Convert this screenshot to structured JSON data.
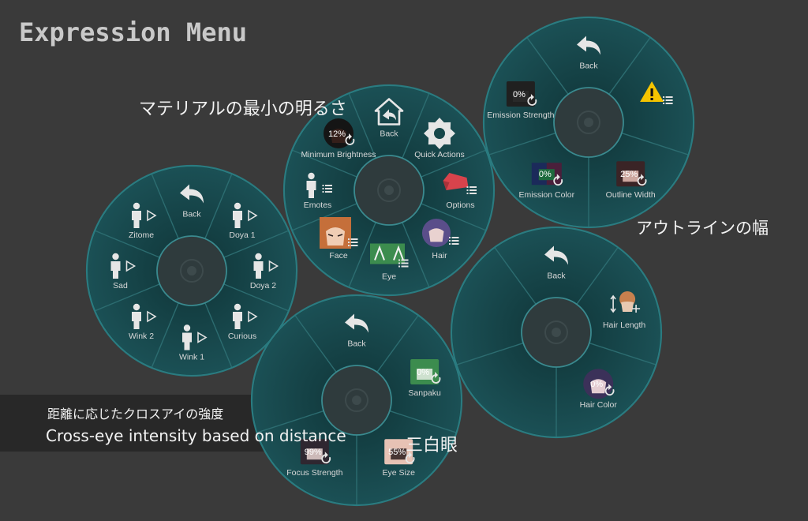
{
  "page_title": "Expression Menu",
  "annotations": {
    "min_brightness_jp": "マテリアルの最小の明るさ",
    "outline_width_jp": "アウトラインの幅",
    "cross_eye_jp": "距離に応じたクロスアイの強度",
    "cross_eye_en": "Cross-eye intensity based on distance",
    "sanpaku_jp": "三白眼"
  },
  "colors": {
    "ring_fill": "#16474a",
    "ring_border": "#2a7b80",
    "hub_fill": "#2f3b3d",
    "icon_white": "#e6e6e6",
    "warning": "#f5c400",
    "toolbox": "#d8434c"
  },
  "menus": {
    "emotes": {
      "items": [
        {
          "label": "Back",
          "icon": "back-arrow-icon"
        },
        {
          "label": "Doya 1",
          "icon": "person-play-icon"
        },
        {
          "label": "Doya 2",
          "icon": "person-play-icon"
        },
        {
          "label": "Curious",
          "icon": "person-play-icon"
        },
        {
          "label": "Wink 1",
          "icon": "person-play-icon"
        },
        {
          "label": "Wink 2",
          "icon": "person-play-icon"
        },
        {
          "label": "Sad",
          "icon": "person-play-icon"
        },
        {
          "label": "Zitome",
          "icon": "person-play-icon"
        }
      ]
    },
    "main": {
      "items": [
        {
          "label": "Back",
          "icon": "home-back-icon"
        },
        {
          "label": "Quick Actions",
          "icon": "gear-icon"
        },
        {
          "label": "Options",
          "icon": "toolbox-list-icon"
        },
        {
          "label": "Hair",
          "icon": "hair-list-icon"
        },
        {
          "label": "Eye",
          "icon": "eye-list-icon"
        },
        {
          "label": "Face",
          "icon": "face-list-icon"
        },
        {
          "label": "Emotes",
          "icon": "person-list-icon"
        },
        {
          "label": "Minimum Brightness",
          "icon": "brightness-radial-icon",
          "value": "12%"
        }
      ]
    },
    "options": {
      "items": [
        {
          "label": "Back",
          "icon": "back-arrow-icon"
        },
        {
          "label": "",
          "icon": "warning-list-icon"
        },
        {
          "label": "Outline Width",
          "icon": "outline-radial-icon",
          "value": "25%"
        },
        {
          "label": "Emission Color",
          "icon": "emission-color-radial-icon",
          "value": "0%"
        },
        {
          "label": "Emission Strength",
          "icon": "emission-strength-radial-icon",
          "value": "0%"
        }
      ]
    },
    "hair": {
      "items": [
        {
          "label": "Back",
          "icon": "back-arrow-icon"
        },
        {
          "label": "Hair Length",
          "icon": "hair-length-icon"
        },
        {
          "label": "Hair Color",
          "icon": "hair-color-radial-icon",
          "value": "0%"
        }
      ]
    },
    "eye": {
      "items": [
        {
          "label": "Back",
          "icon": "back-arrow-icon"
        },
        {
          "label": "Sanpaku",
          "icon": "sanpaku-radial-icon",
          "value": "0%"
        },
        {
          "label": "Eye Size",
          "icon": "eye-size-radial-icon",
          "value": "55%"
        },
        {
          "label": "Focus Strength",
          "icon": "focus-strength-radial-icon",
          "value": "99%"
        }
      ]
    }
  }
}
